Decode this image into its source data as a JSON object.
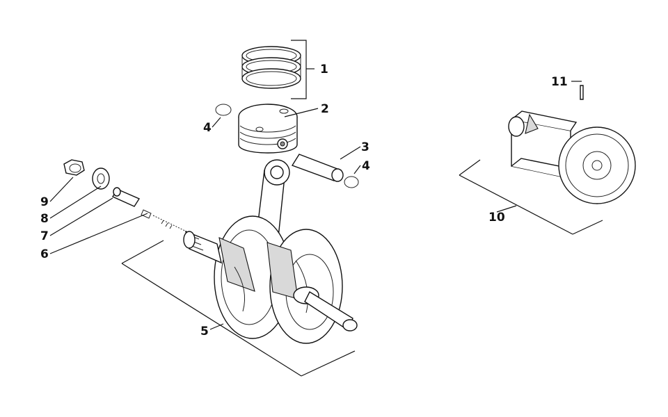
{
  "diagram": {
    "callouts": [
      {
        "id": "1",
        "label": "1"
      },
      {
        "id": "2",
        "label": "2"
      },
      {
        "id": "3",
        "label": "3"
      },
      {
        "id": "4a",
        "label": "4"
      },
      {
        "id": "4b",
        "label": "4"
      },
      {
        "id": "5",
        "label": "5"
      },
      {
        "id": "6",
        "label": "6"
      },
      {
        "id": "7",
        "label": "7"
      },
      {
        "id": "8",
        "label": "8"
      },
      {
        "id": "9",
        "label": "9"
      },
      {
        "id": "10",
        "label": "10"
      },
      {
        "id": "11",
        "label": "11"
      }
    ]
  }
}
